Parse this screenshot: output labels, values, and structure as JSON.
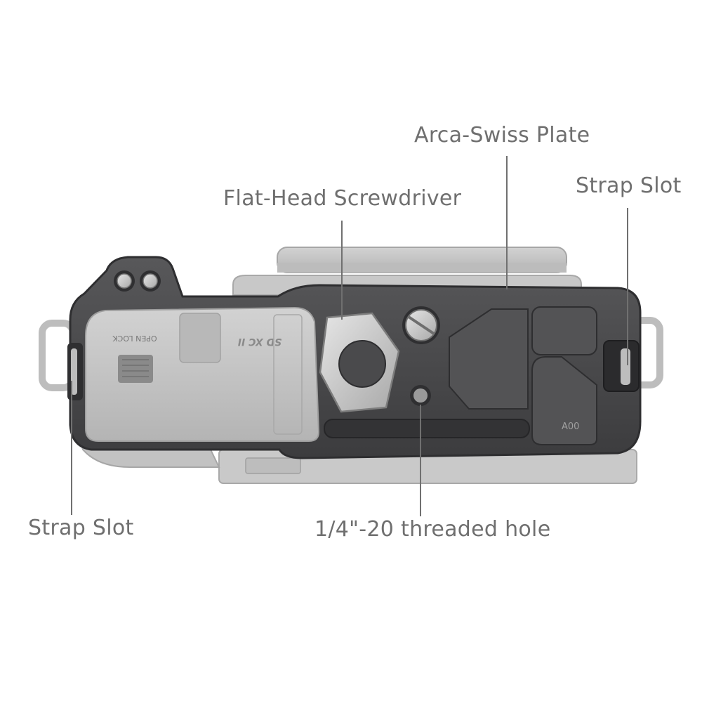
{
  "callouts": {
    "arca_swiss_plate": "Arca-Swiss Plate",
    "strap_slot_right": "Strap Slot",
    "flat_head_screwdriver": "Flat-Head Screwdriver",
    "strap_slot_left": "Strap Slot",
    "threaded_hole": "1/4\"-20 threaded hole"
  },
  "product_markings": {
    "door_open_lock": "OPEN LOCK",
    "door_card": "SD XC II",
    "plate_code": "A00"
  },
  "colors": {
    "background": "#ffffff",
    "cage_dark": "#4a4a4c",
    "cage_edge": "#2e2e30",
    "camera_gray": "#c4c4c4",
    "callout_line": "#707070",
    "text": "#6f6f6f"
  }
}
